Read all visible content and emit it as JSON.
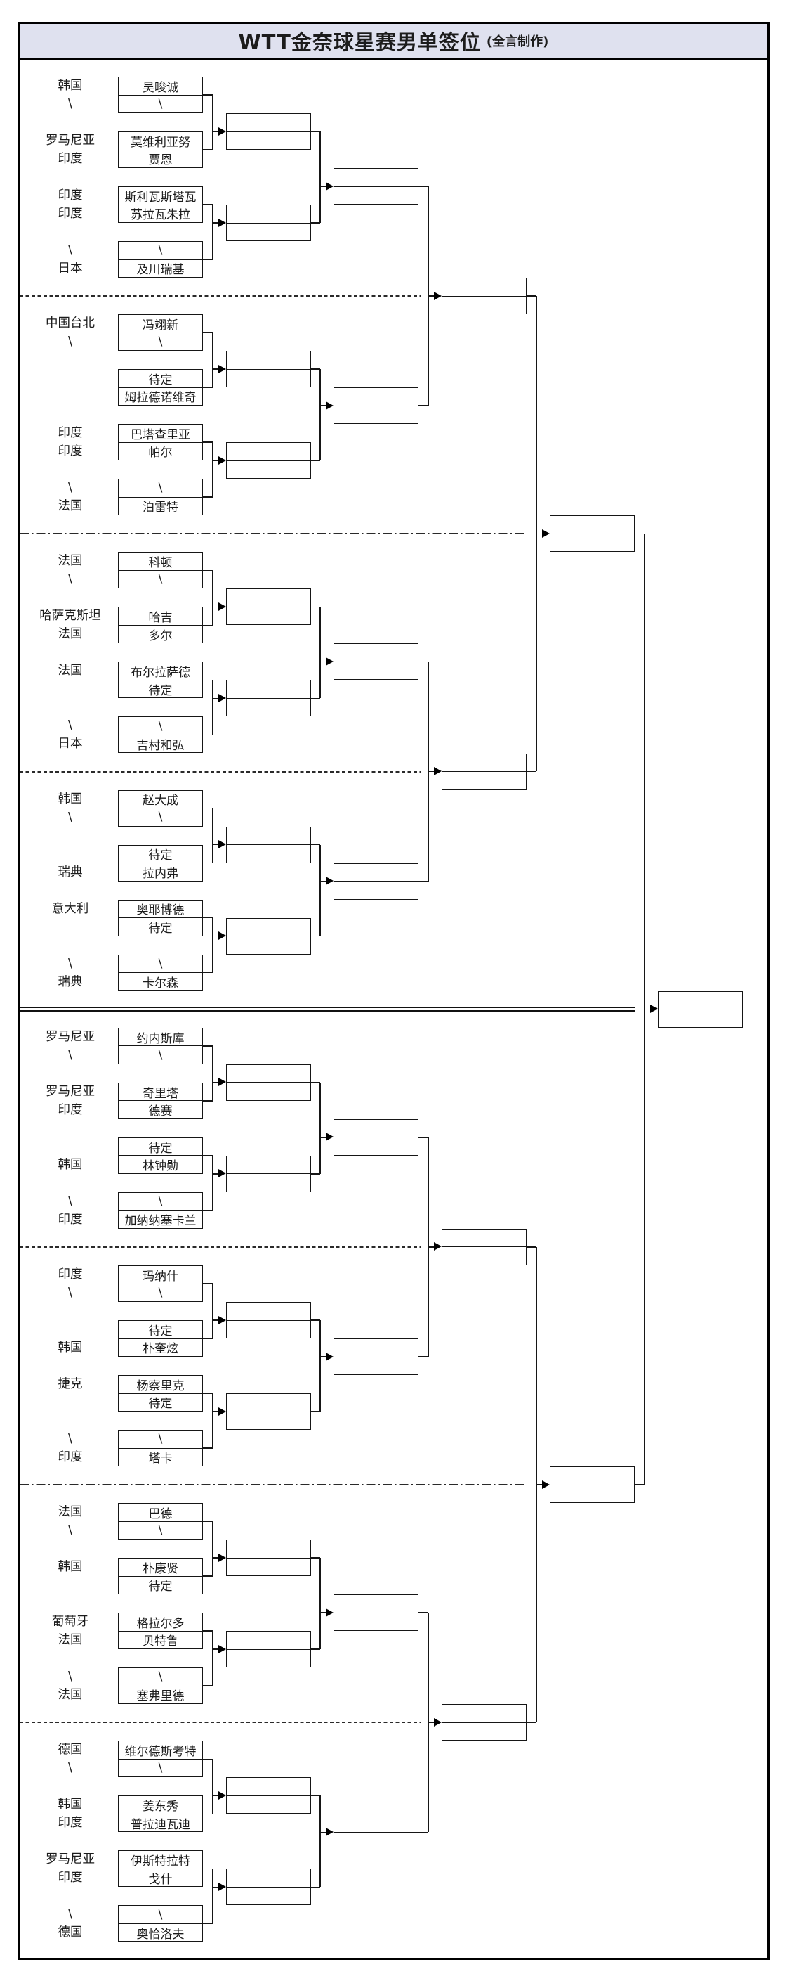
{
  "title": {
    "main": "WTT金奈球星赛男单签位",
    "credit": "(全言制作)"
  },
  "colors": {
    "title_bar_bg": "#dfe1ef",
    "line": "#161616",
    "text": "#1c1c1c"
  },
  "groups": [
    {
      "matches": [
        {
          "rows": [
            {
              "country": "韩国",
              "name": "吴晙诚"
            },
            {
              "country": "\\",
              "name": "\\"
            }
          ]
        },
        {
          "rows": [
            {
              "country": "罗马尼亚",
              "name": "莫维利亚努"
            },
            {
              "country": "印度",
              "name": "贾恩"
            }
          ]
        },
        {
          "rows": [
            {
              "country": "印度",
              "name": "斯利瓦斯塔瓦"
            },
            {
              "country": "印度",
              "name": "苏拉瓦朱拉"
            }
          ]
        },
        {
          "rows": [
            {
              "country": "\\",
              "name": "\\"
            },
            {
              "country": "日本",
              "name": "及川瑞基"
            }
          ]
        }
      ]
    },
    {
      "matches": [
        {
          "rows": [
            {
              "country": "中国台北",
              "name": "冯翊新"
            },
            {
              "country": "\\",
              "name": "\\"
            }
          ]
        },
        {
          "rows": [
            {
              "country": "",
              "name": "待定"
            },
            {
              "country": "",
              "name": "姆拉德诺维奇"
            }
          ]
        },
        {
          "rows": [
            {
              "country": "印度",
              "name": "巴塔查里亚"
            },
            {
              "country": "印度",
              "name": "帕尔"
            }
          ]
        },
        {
          "rows": [
            {
              "country": "\\",
              "name": "\\"
            },
            {
              "country": "法国",
              "name": "泊雷特"
            }
          ]
        }
      ]
    },
    {
      "matches": [
        {
          "rows": [
            {
              "country": "法国",
              "name": "科顿"
            },
            {
              "country": "\\",
              "name": "\\"
            }
          ]
        },
        {
          "rows": [
            {
              "country": "哈萨克斯坦",
              "name": "哈吉"
            },
            {
              "country": "法国",
              "name": "多尔"
            }
          ]
        },
        {
          "rows": [
            {
              "country": "法国",
              "name": "布尔拉萨德"
            },
            {
              "country": "",
              "name": "待定"
            }
          ]
        },
        {
          "rows": [
            {
              "country": "\\",
              "name": "\\"
            },
            {
              "country": "日本",
              "name": "吉村和弘"
            }
          ]
        }
      ]
    },
    {
      "matches": [
        {
          "rows": [
            {
              "country": "韩国",
              "name": "赵大成"
            },
            {
              "country": "\\",
              "name": "\\"
            }
          ]
        },
        {
          "rows": [
            {
              "country": "",
              "name": "待定"
            },
            {
              "country": "瑞典",
              "name": "拉内弗"
            }
          ]
        },
        {
          "rows": [
            {
              "country": "意大利",
              "name": "奥耶博德"
            },
            {
              "country": "",
              "name": "待定"
            }
          ]
        },
        {
          "rows": [
            {
              "country": "\\",
              "name": "\\"
            },
            {
              "country": "瑞典",
              "name": "卡尔森"
            }
          ]
        }
      ]
    },
    {
      "matches": [
        {
          "rows": [
            {
              "country": "罗马尼亚",
              "name": "约内斯库"
            },
            {
              "country": "\\",
              "name": "\\"
            }
          ]
        },
        {
          "rows": [
            {
              "country": "罗马尼亚",
              "name": "奇里塔"
            },
            {
              "country": "印度",
              "name": "德赛"
            }
          ]
        },
        {
          "rows": [
            {
              "country": "",
              "name": "待定"
            },
            {
              "country": "韩国",
              "name": "林钟勋"
            }
          ]
        },
        {
          "rows": [
            {
              "country": "\\",
              "name": "\\"
            },
            {
              "country": "印度",
              "name": "加纳纳塞卡兰"
            }
          ]
        }
      ]
    },
    {
      "matches": [
        {
          "rows": [
            {
              "country": "印度",
              "name": "玛纳什"
            },
            {
              "country": "\\",
              "name": "\\"
            }
          ]
        },
        {
          "rows": [
            {
              "country": "",
              "name": "待定"
            },
            {
              "country": "韩国",
              "name": "朴奎炫"
            }
          ]
        },
        {
          "rows": [
            {
              "country": "捷克",
              "name": "杨察里克"
            },
            {
              "country": "",
              "name": "待定"
            }
          ]
        },
        {
          "rows": [
            {
              "country": "\\",
              "name": "\\"
            },
            {
              "country": "印度",
              "name": "塔卡"
            }
          ]
        }
      ]
    },
    {
      "matches": [
        {
          "rows": [
            {
              "country": "法国",
              "name": "巴德"
            },
            {
              "country": "\\",
              "name": "\\"
            }
          ]
        },
        {
          "rows": [
            {
              "country": "韩国",
              "name": "朴康贤"
            },
            {
              "country": "",
              "name": "待定"
            }
          ]
        },
        {
          "rows": [
            {
              "country": "葡萄牙",
              "name": "格拉尔多"
            },
            {
              "country": "法国",
              "name": "贝特鲁"
            }
          ]
        },
        {
          "rows": [
            {
              "country": "\\",
              "name": "\\"
            },
            {
              "country": "法国",
              "name": "塞弗里德"
            }
          ]
        }
      ]
    },
    {
      "matches": [
        {
          "rows": [
            {
              "country": "德国",
              "name": "维尔德斯考特"
            },
            {
              "country": "\\",
              "name": "\\"
            }
          ]
        },
        {
          "rows": [
            {
              "country": "韩国",
              "name": "姜东秀"
            },
            {
              "country": "印度",
              "name": "普拉迪瓦迪"
            }
          ]
        },
        {
          "rows": [
            {
              "country": "罗马尼亚",
              "name": "伊斯特拉特"
            },
            {
              "country": "印度",
              "name": "戈什"
            }
          ]
        },
        {
          "rows": [
            {
              "country": "\\",
              "name": "\\"
            },
            {
              "country": "德国",
              "name": "奥恰洛夫"
            }
          ]
        }
      ]
    }
  ]
}
